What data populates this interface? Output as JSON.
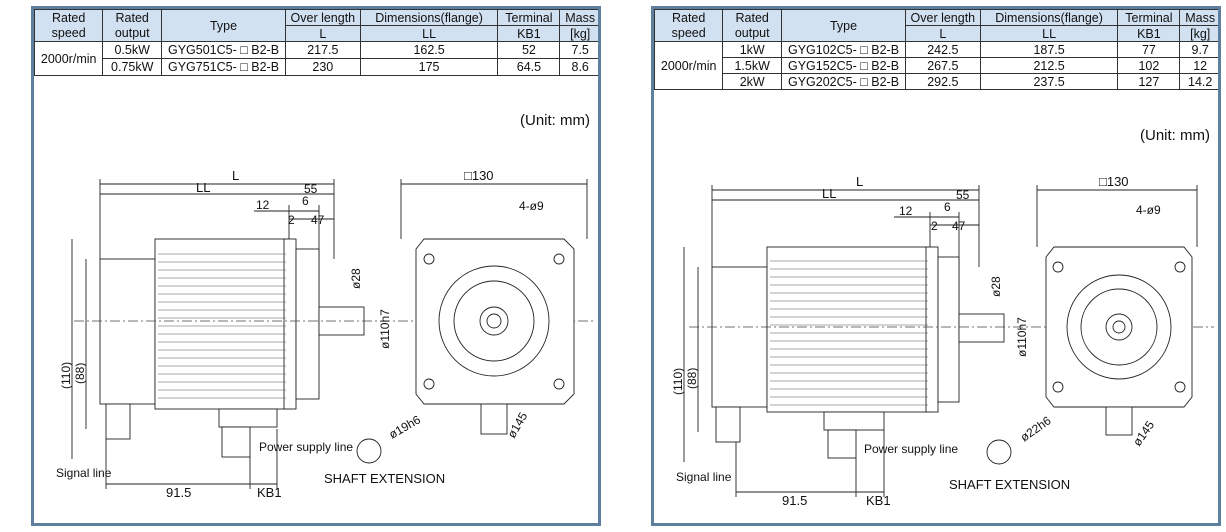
{
  "colors": {
    "frame": "#5f7f9e",
    "header_bg": "#d2e1f1"
  },
  "headers": {
    "rated_speed": "Rated speed",
    "rated_output": "Rated output",
    "type": "Type",
    "over_length": "Over length",
    "over_length_sub": "L",
    "dimensions": "Dimensions(flange)",
    "dimensions_sub": "LL",
    "terminal": "Terminal",
    "terminal_sub": "KB1",
    "mass": "Mass",
    "mass_sub": "[kg]"
  },
  "panels": [
    {
      "speed": "2000r/min",
      "rows": [
        {
          "output": "0.5kW",
          "type": "GYG501C5- □ B2-B",
          "L": "217.5",
          "LL": "162.5",
          "KB1": "52",
          "mass": "7.5"
        },
        {
          "output": "0.75kW",
          "type": "GYG751C5- □ B2-B",
          "L": "230",
          "LL": "175",
          "KB1": "64.5",
          "mass": "8.6"
        }
      ],
      "unit": "(Unit: mm)",
      "dims": {
        "L": "L",
        "LL": "LL",
        "d55": "55",
        "d12": "12",
        "d6": "6",
        "d2": "2",
        "d47": "47",
        "d130": "□130",
        "holes": "4-ø9",
        "shaft_dia": "ø28",
        "flange_spigot": "ø110h7",
        "d110": "(110)",
        "d88": "(88)",
        "d915": "91.5",
        "kb1": "KB1",
        "pcd": "ø145",
        "shaft_tol": "ø19h6",
        "signal_line": "Signal line",
        "power_line": "Power supply line",
        "shaft_extension": "SHAFT EXTENSION"
      }
    },
    {
      "speed": "2000r/min",
      "rows": [
        {
          "output": "1kW",
          "type": "GYG102C5- □ B2-B",
          "L": "242.5",
          "LL": "187.5",
          "KB1": "77",
          "mass": "9.7"
        },
        {
          "output": "1.5kW",
          "type": "GYG152C5- □ B2-B",
          "L": "267.5",
          "LL": "212.5",
          "KB1": "102",
          "mass": "12"
        },
        {
          "output": "2kW",
          "type": "GYG202C5- □ B2-B",
          "L": "292.5",
          "LL": "237.5",
          "KB1": "127",
          "mass": "14.2"
        }
      ],
      "unit": "(Unit: mm)",
      "dims": {
        "L": "L",
        "LL": "LL",
        "d55": "55",
        "d12": "12",
        "d6": "6",
        "d2": "2",
        "d47": "47",
        "d130": "□130",
        "holes": "4-ø9",
        "shaft_dia": "ø28",
        "flange_spigot": "ø110h7",
        "d110": "(110)",
        "d88": "(88)",
        "d915": "91.5",
        "kb1": "KB1",
        "pcd": "ø145",
        "shaft_tol": "ø22h6",
        "signal_line": "Signal line",
        "power_line": "Power supply line",
        "shaft_extension": "SHAFT EXTENSION"
      }
    }
  ]
}
